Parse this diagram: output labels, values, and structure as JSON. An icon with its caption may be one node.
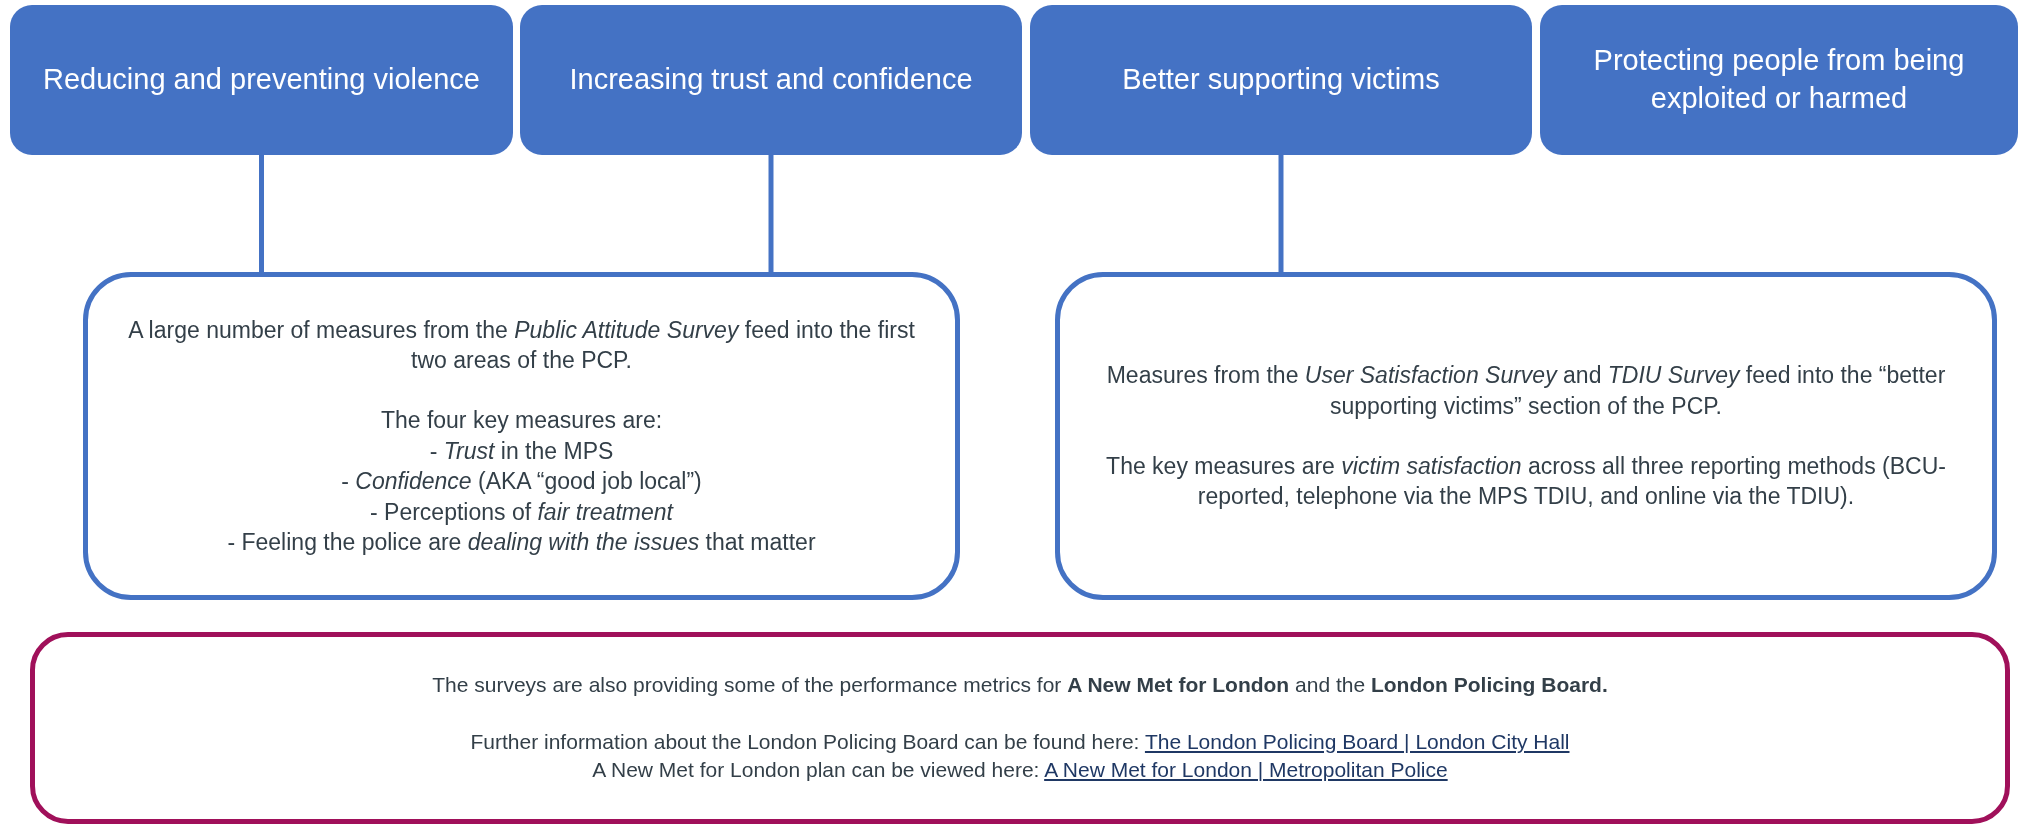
{
  "diagram": {
    "nodes": [
      {
        "text": [
          "Reducing and preventing violence"
        ]
      },
      {
        "text": [
          "Increasing trust and confidence"
        ]
      },
      {
        "text": [
          "Better supporting victims"
        ]
      },
      {
        "text": [
          "Protecting people from being exploited or harmed"
        ]
      },
      {
        "text": [
          "A large number of measures from the *Public Attitude Survey* feed into the first two areas of the PCP.",
          "The four key measures are:",
          "- *Trust* in the MPS",
          "- *Confidence* (AKA “good job local”)",
          "- Perceptions of *fair treatment*",
          "- Feeling the police are *dealing with the issues* that matter"
        ]
      },
      {
        "text": [
          "Measures from the *User Satisfaction Survey* and *TDIU Survey* feed into the “better supporting victims” section of the PCP.",
          "The key measures are *victim satisfaction* across all three reporting methods (BCU-reported, telephone via the MPS TDIU, and online via the TDIU)."
        ]
      },
      {
        "text": [
          "The surveys are also providing some of the performance metrics for **A New Met for London** and the **London Policing Board.**",
          "Further information about the London Policing Board can be found here:",
          "The London Policing Board | London City Hall",
          "A New Met for London plan can be viewed here:",
          "A New Met for London | Metropolitan Police"
        ]
      }
    ],
    "edges": [
      {
        "from": 0,
        "to": 4,
        "arrow": "none"
      },
      {
        "from": 1,
        "to": 4,
        "arrow": "none"
      },
      {
        "from": 2,
        "to": 5,
        "arrow": "none"
      }
    ]
  }
}
